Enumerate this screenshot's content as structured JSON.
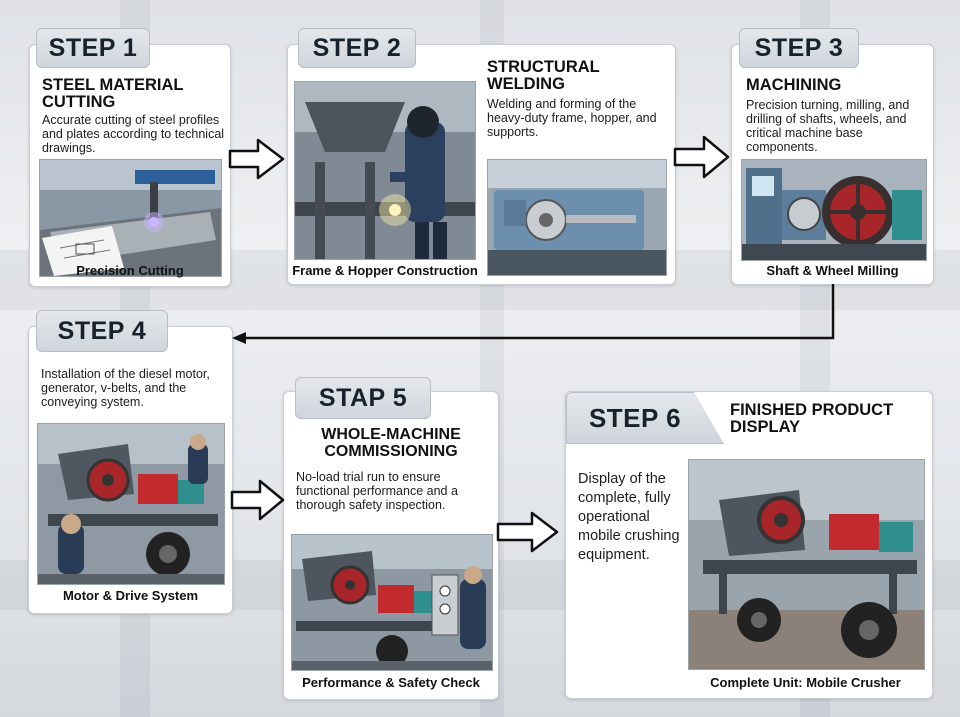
{
  "steps": [
    {
      "label": "STEP 1",
      "title": "STEEL MATERIAL CUTTING",
      "description": "Accurate cutting of steel profiles and plates according to technical drawings.",
      "caption": "Precision Cutting",
      "image_icon": "plasma-cutter-icon"
    },
    {
      "label": "STEP 2",
      "title": "STRUCTURAL WELDING",
      "description": "Welding and forming of the heavy-duty frame, hopper, and supports.",
      "caption": "Frame & Hopper Construction",
      "image_icon": "welder-icon"
    },
    {
      "label": "STEP 3",
      "title": "MACHINING",
      "description": "Precision turning, milling, and drilling of shafts, wheels, and critical machine base components.",
      "caption": "Shaft & Wheel Milling",
      "image_icon": "lathe-icon"
    },
    {
      "label": "STEP 4",
      "title": "",
      "description": "Installation of the diesel motor, generator, v-belts, and the conveying system.",
      "caption": "Motor & Drive System",
      "image_icon": "assembly-icon"
    },
    {
      "label": "STAP 5",
      "title": "WHOLE-MACHINE COMMISSIONING",
      "description": "No-load trial run to ensure functional performance and a thorough safety inspection.",
      "caption": "Performance & Safety Check",
      "image_icon": "inspection-icon"
    },
    {
      "label": "STEP 6",
      "title": "FINISHED PRODUCT DISPLAY",
      "description": "Display of the complete, fully operational mobile crushing equipment.",
      "caption": "Complete Unit: Mobile Crusher",
      "image_icon": "mobile-crusher-icon"
    }
  ],
  "colors": {
    "card_bg": "#ffffff",
    "tab_bg": "#d6dbe0",
    "arrow_stroke": "#111111",
    "machine_red": "#b3262a",
    "machine_teal": "#2f8f8f",
    "metal_gray": "#55606b"
  }
}
